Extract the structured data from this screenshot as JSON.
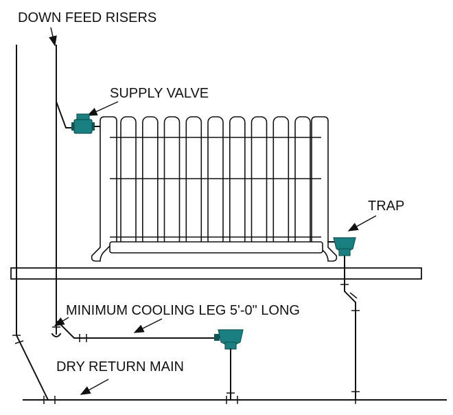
{
  "labels": {
    "down_feed_risers": "DOWN FEED RISERS",
    "supply_valve": "SUPPLY VALVE",
    "trap": "TRAP",
    "cooling_leg": "MINIMUM COOLING LEG 5'-0\" LONG",
    "dry_return_main": "DRY RETURN MAIN"
  },
  "colors": {
    "line": "#111111",
    "fitting": "#1a7f80",
    "fitting_dark": "#0f5556"
  },
  "radiator": {
    "sections": 9
  }
}
